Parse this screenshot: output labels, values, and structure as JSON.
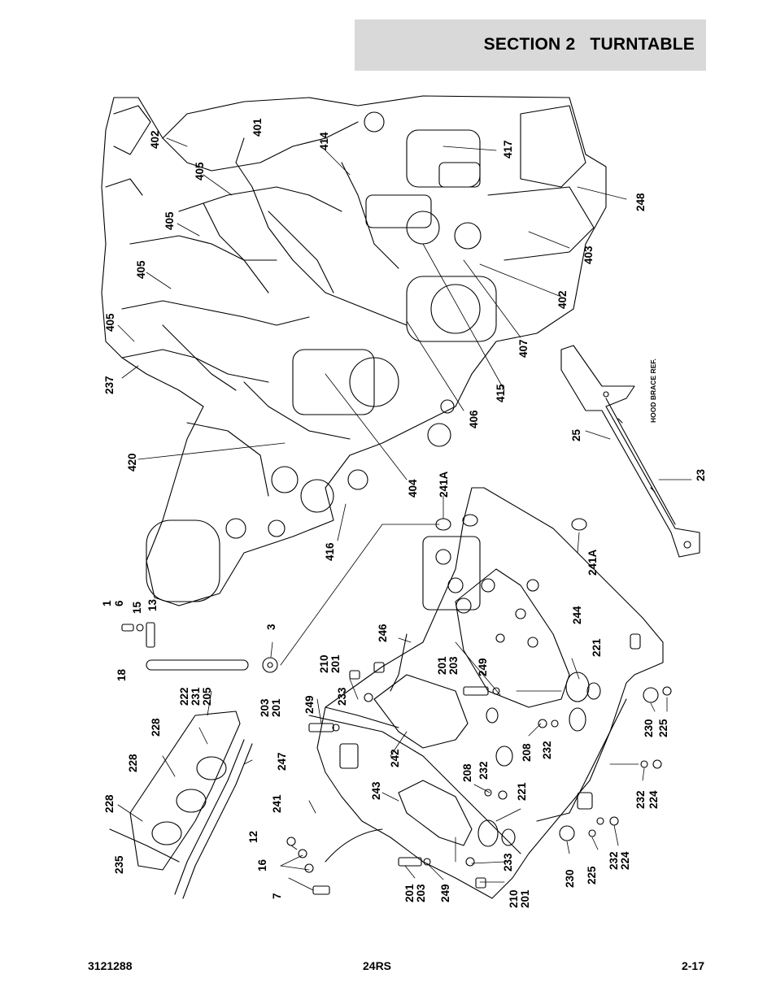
{
  "header": {
    "section_title": "SECTION 2   TURNTABLE"
  },
  "footer": {
    "doc_number": "3121288",
    "model": "24RS",
    "page": "2-17"
  },
  "drawing": {
    "note": "HOOD BRACE REF.",
    "callouts": {
      "c402a": "402",
      "c401": "401",
      "c414": "414",
      "c417": "417",
      "c405a": "405",
      "c405b": "405",
      "c405c": "405",
      "c405d": "405",
      "c248": "248",
      "c403": "403",
      "c402b": "402",
      "c407": "407",
      "c237": "237",
      "c415": "415",
      "c406": "406",
      "c420": "420",
      "c404": "404",
      "c241a1": "241A",
      "c25": "25",
      "c23": "23",
      "c416": "416",
      "c241a2": "241A",
      "c1": "1",
      "c6": "6",
      "c15": "15",
      "c13": "13",
      "c3": "3",
      "c18": "18",
      "c246": "246",
      "c244": "244",
      "c210a": "210",
      "c201a": "201",
      "c201b": "201",
      "c203a": "203",
      "c249a": "249",
      "c221a": "221",
      "c222": "222",
      "c231": "231",
      "c205": "205",
      "c233a": "233",
      "c203b": "203",
      "c201c": "201",
      "c249b": "249",
      "c228a": "228",
      "c228b": "228",
      "c228c": "228",
      "c247": "247",
      "c242": "242",
      "c208a": "208",
      "c232a": "232",
      "c230a": "230",
      "c225a": "225",
      "c241": "241",
      "c208b": "208",
      "c232b": "232",
      "c243": "243",
      "c221b": "221",
      "c232c": "232",
      "c224a": "224",
      "c235": "235",
      "c12": "12",
      "c16": "16",
      "c7": "7",
      "c201d": "201",
      "c203c": "203",
      "c249c": "249",
      "c233b": "233",
      "c210b": "210",
      "c201e": "201",
      "c230b": "230",
      "c225b": "225",
      "c232d": "232",
      "c224b": "224"
    }
  }
}
